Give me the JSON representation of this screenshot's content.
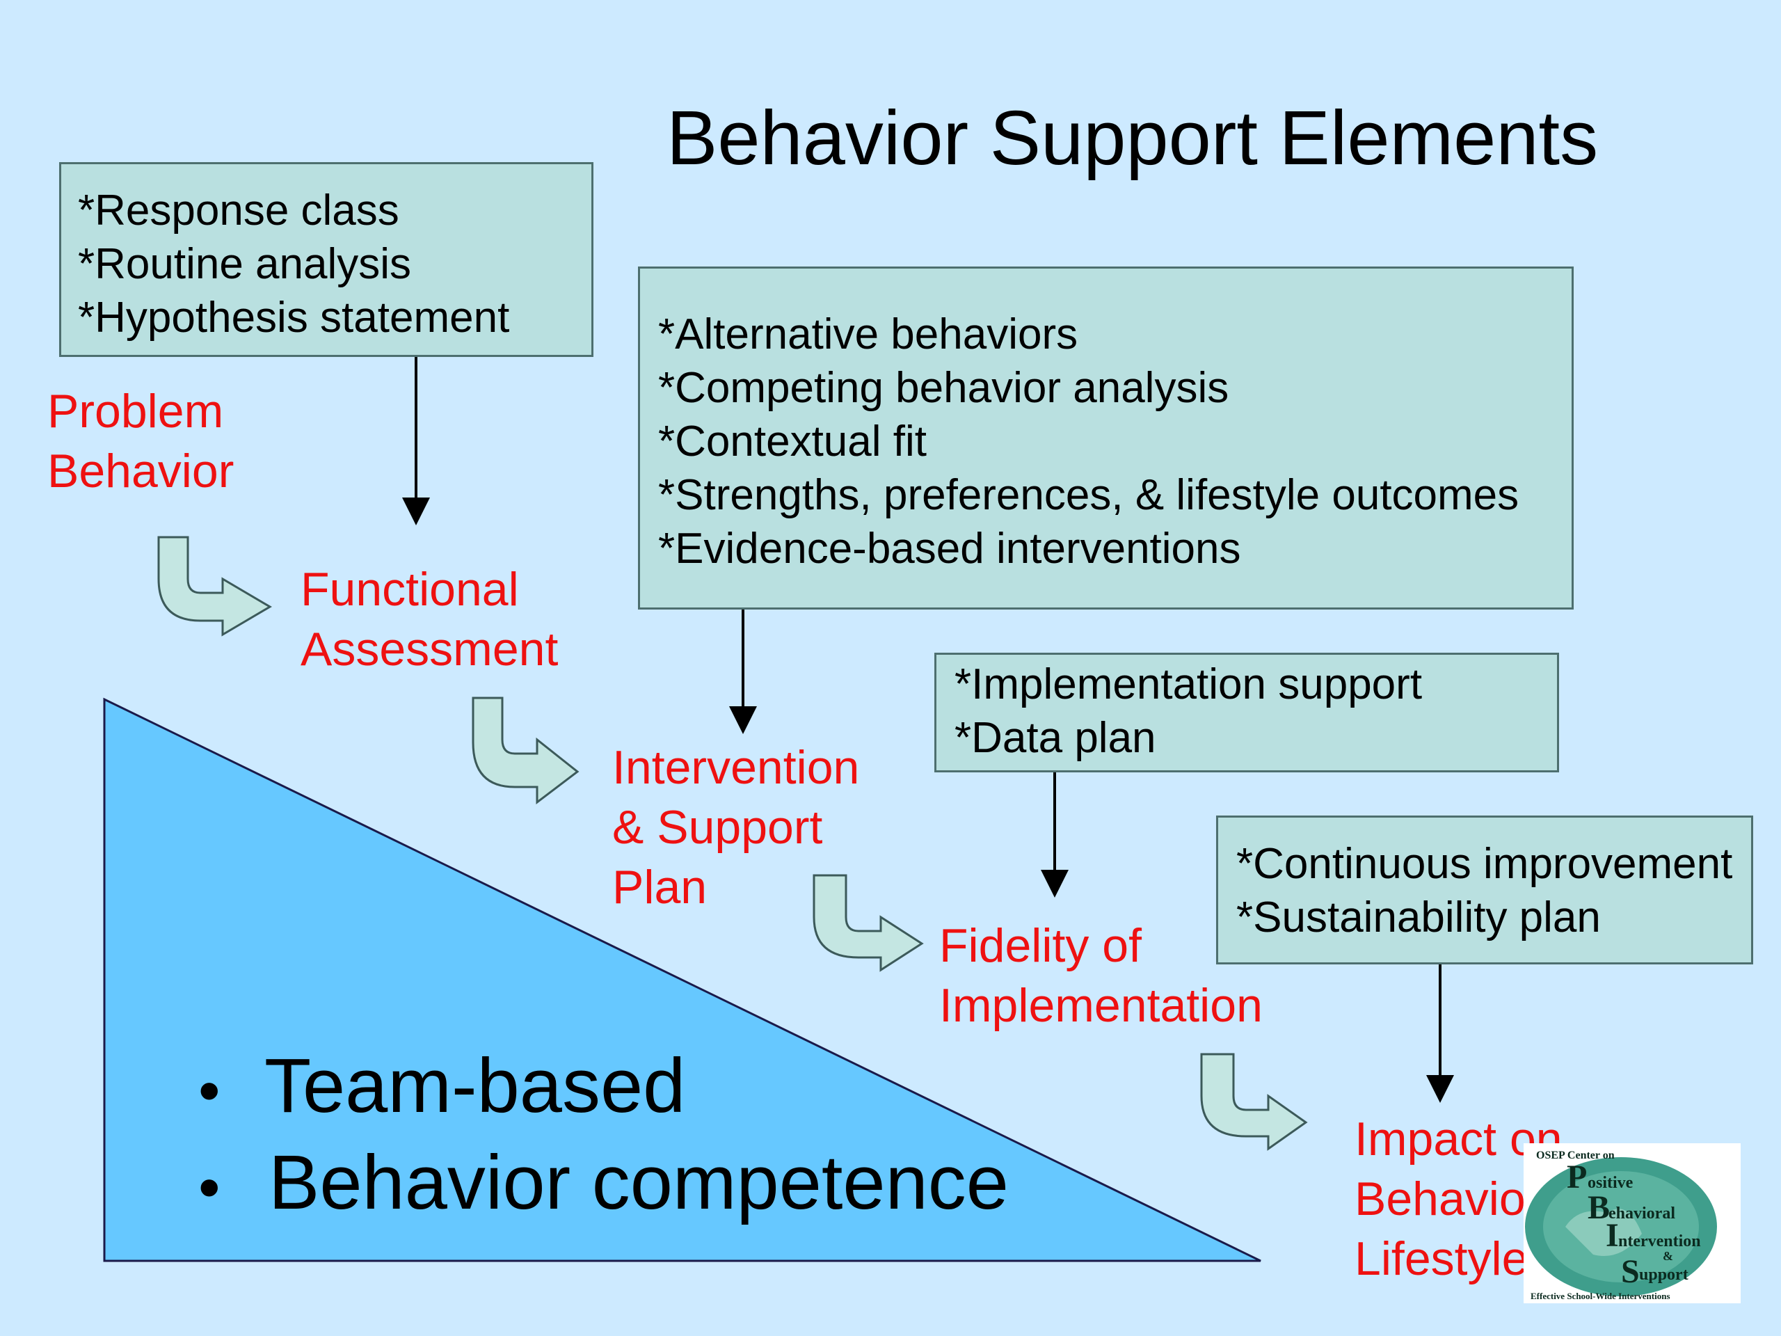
{
  "title": "Behavior Support Elements",
  "boxes": {
    "assessment": [
      "*Response class",
      "*Routine analysis",
      "*Hypothesis statement"
    ],
    "plan": [
      "*Alternative behaviors",
      "*Competing behavior analysis",
      "*Contextual fit",
      "*Strengths, preferences, & lifestyle outcomes",
      "*Evidence-based interventions"
    ],
    "implementation": [
      "*Implementation support",
      "*Data plan"
    ],
    "impact": [
      "*Continuous improvement",
      "*Sustainability plan"
    ]
  },
  "steps": {
    "problem": [
      "Problem",
      "Behavior"
    ],
    "functional": [
      "Functional",
      "Assessment"
    ],
    "intervention": [
      "Intervention",
      "& Support",
      "Plan"
    ],
    "fidelity": [
      "Fidelity of",
      "Implementation"
    ],
    "impact": [
      "Impact on",
      "Behavior &",
      "Lifestyle"
    ]
  },
  "bullets": [
    "Team-based",
    "Behavior competence"
  ],
  "logo": {
    "top_line": "OSEP Center on",
    "words": [
      "ositive",
      "ehavioral",
      "ntervention",
      "&",
      "upport"
    ],
    "initials": [
      "P",
      "B",
      "I",
      "S"
    ],
    "bottom_line": "Effective School-Wide Interventions"
  },
  "colors": {
    "background": "#cdeaff",
    "box_fill": "#b9e0e0",
    "step_text": "#ee1111",
    "triangle": "#66c8ff",
    "curved_arrow": "#c4e6e2"
  }
}
